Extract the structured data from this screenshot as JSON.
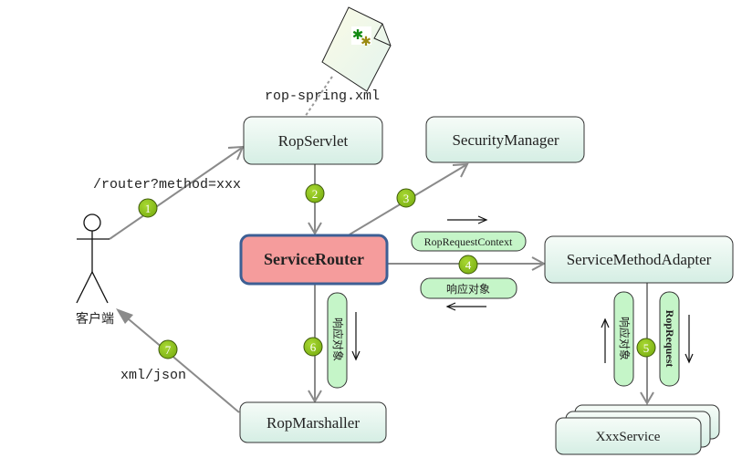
{
  "title": "ROP request processing flow",
  "config_file": {
    "label": "rop-spring.xml",
    "icon": "xml-document-icon"
  },
  "actor": {
    "label": "客户端",
    "icon": "stick-figure-icon"
  },
  "nodes": {
    "rop_servlet": "RopServlet",
    "security_manager": "SecurityManager",
    "service_router": "ServiceRouter",
    "service_method_adapter": "ServiceMethodAdapter",
    "rop_marshaller": "RopMarshaller",
    "xxx_service": "XxxService"
  },
  "edge_labels": {
    "request_url": "/router?method=xxx",
    "response_format": "xml/json"
  },
  "steps": [
    "1",
    "2",
    "3",
    "4",
    "5",
    "6",
    "7"
  ],
  "messages": {
    "rop_request_context": "RopRequestContext",
    "response_object_h": "响应对象",
    "response_object_v5": "响应对象",
    "rop_request": "RopRequest",
    "response_object_v6": "响应对象"
  },
  "colors": {
    "node_fill_top": "#f4fbf7",
    "node_fill_bottom": "#d8efe6",
    "router_fill": "#f59c9c",
    "router_border": "#3d5f94",
    "step_fill": "#8cc21b",
    "message_fill": "#c5f5c8",
    "connector": "#8a8a8a"
  }
}
